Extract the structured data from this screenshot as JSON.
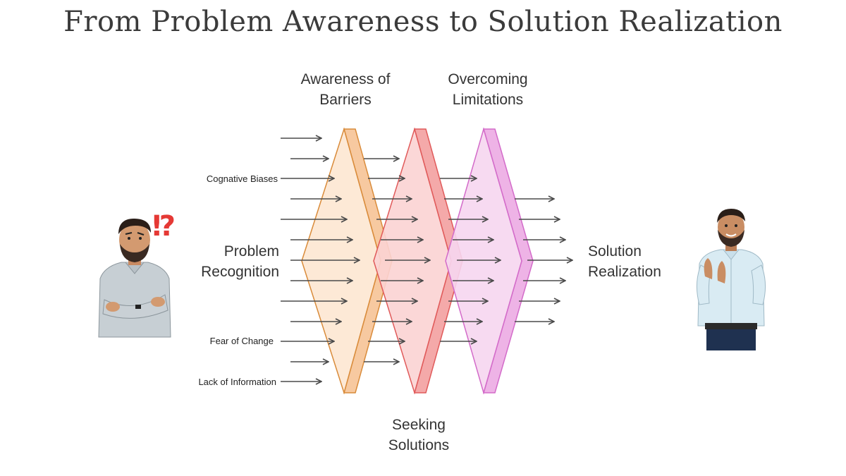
{
  "title": "From Problem Awareness to Solution Realization",
  "labels": {
    "awareness_line1": "Awareness of",
    "awareness_line2": "Barriers",
    "overcoming_line1": "Overcoming",
    "overcoming_line2": "Limitations",
    "seeking_line1": "Seeking",
    "seeking_line2": "Solutions",
    "problem_line1": "Problem",
    "problem_line2": "Recognition",
    "solution_line1": "Solution",
    "solution_line2": "Realization",
    "cognitive_biases": "Cognative Biases",
    "fear_of_change": "Fear of Change",
    "lack_of_information": "Lack of Information"
  },
  "icons": {
    "confused_person": "confused-person-icon",
    "applauding_person": "applauding-person-icon",
    "interrobang": "⁉"
  },
  "colors": {
    "stage1_fill": "#fde9d6",
    "stage1_stroke": "#d98b3a",
    "stage2_fill": "#fbd3d3",
    "stage2_stroke": "#e05a5a",
    "stage3_fill": "#f6d6f0",
    "stage3_stroke": "#d36bc9",
    "arrow": "#4a4a4a",
    "interrobang": "#e53935"
  }
}
